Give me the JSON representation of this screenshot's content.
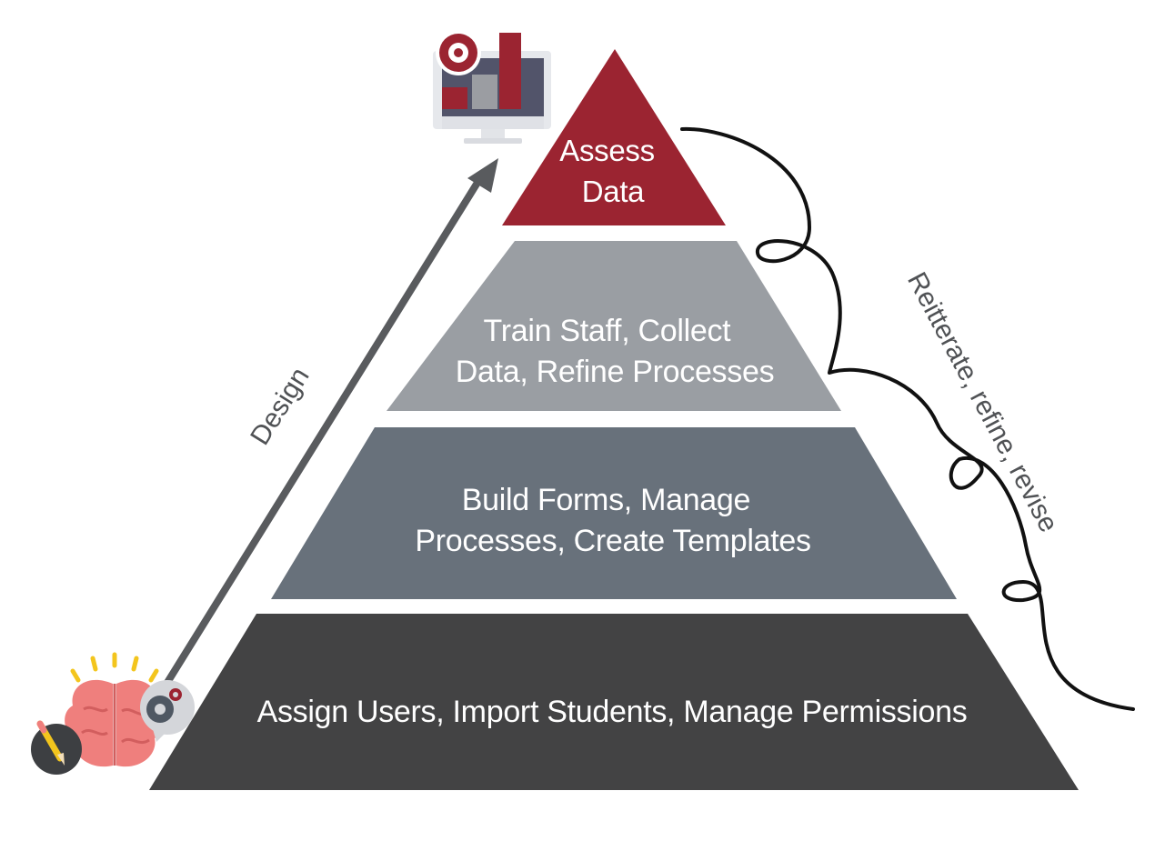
{
  "pyramid": {
    "tiers": [
      {
        "level": "top",
        "lines": [
          "Assess",
          "Data"
        ]
      },
      {
        "level": "second",
        "lines": [
          "Train Staff, Collect",
          "Data, Refine Processes"
        ]
      },
      {
        "level": "third",
        "lines": [
          "Build Forms, Manage",
          "Processes, Create Templates"
        ]
      },
      {
        "level": "base",
        "lines": [
          "Assign Users, Import Students, Manage Permissions"
        ]
      }
    ]
  },
  "arrow_label": "Design",
  "loop_label": "Reitterate, refine, revise",
  "icons": {
    "top": "monitor-dashboard-icon",
    "bottom": "brain-gear-pencil-icon"
  },
  "colors": {
    "tier_top": "#9b2431",
    "tier_second": "#9a9ea3",
    "tier_third": "#68717b",
    "tier_base": "#434344",
    "text": "#ffffff",
    "arrow": "#595b5e",
    "label": "#505255",
    "loop": "#111111"
  }
}
